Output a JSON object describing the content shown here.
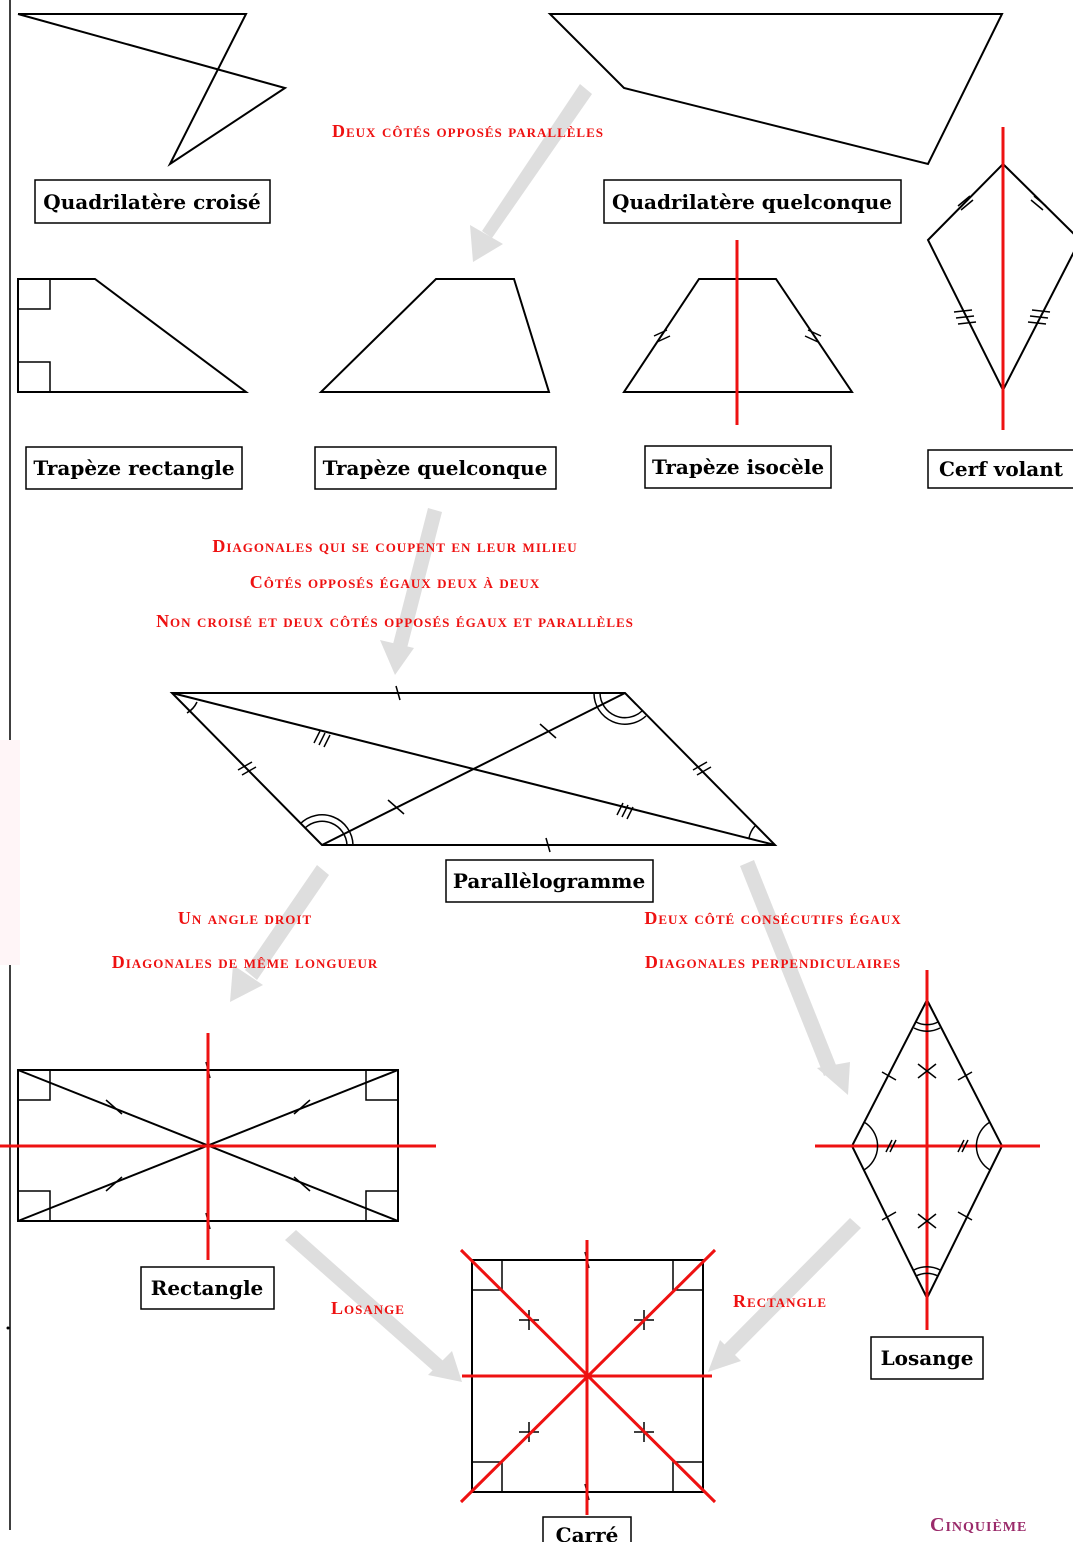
{
  "labels": {
    "quad_croise": "Quadrilatère croisé",
    "quad_quelconque": "Quadrilatère quelconque",
    "trap_rectangle": "Trapèze rectangle",
    "trap_quelconque": "Trapèze quelconque",
    "trap_isocele": "Trapèze isocèle",
    "cerf_volant": "Cerf volant",
    "parallelogramme": "Parallèlogramme",
    "rectangle": "Rectangle",
    "losange": "Losange",
    "carre": "Carré"
  },
  "conditions": {
    "deux_cotes_paralleles": "Deux côtés opposés parallèles",
    "diag_milieu": "Diagonales qui se coupent en leur milieu",
    "cotes_egaux": "Côtés opposés égaux deux à deux",
    "non_croise": "Non croisé et deux côtés opposés égaux et parallèles",
    "angle_droit": "Un angle droit",
    "diag_longueur": "Diagonales de même longueur",
    "cote_consecutifs": "Deux côté consécutifs égaux",
    "diag_perp": "Diagonales perpendiculaires",
    "to_carre_losange": "Losange",
    "to_carre_rectangle": "Rectangle"
  },
  "footer": "Cinquième",
  "colors": {
    "condition": "#e11111",
    "symmetry_axis": "#e11111",
    "arrow": "#dedede",
    "footer": "#9a2a6a"
  }
}
